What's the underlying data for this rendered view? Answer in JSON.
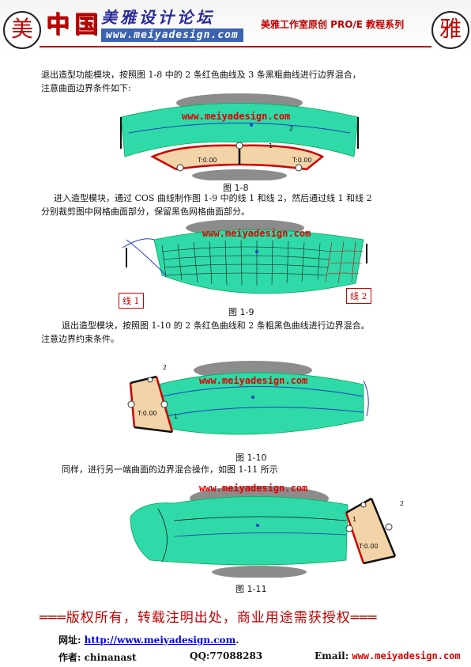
{
  "header": {
    "seal_left": "美",
    "seal_right": "雅",
    "logo_cn": "中国",
    "forum_name": "美雅设计论坛",
    "logo_url": "www.meiyadesign.com",
    "series_title": "美雅工作室原创 PRO/E 教程系列"
  },
  "paragraphs": {
    "p1_line1": "退出造型功能模块，按照图 1-8 中的 2 条红色曲线及 3 条黑粗曲线进行边界混合，",
    "p1_line2": "注意曲面边界条件如下:",
    "p2_line1": "进入造型模块，通过 COS 曲线制作图 1-9 中的线 1 和线 2，然后通过线 1 和线 2",
    "p2_line2": "分别裁剪图中网格曲面部分，保留黑色网格曲面部分。",
    "p3_line1": "退出造型模块，按照图 1-10 的 2 条红色曲线和 2 条粗黑色曲线进行边界混合。",
    "p3_line2": "注意边界约束条件。",
    "p4_line1": "同样，进行另一端曲面的边界混合操作，如图 1-11 所示"
  },
  "figures": {
    "fig1_caption": "图 1-8",
    "fig2_caption": "图 1-9",
    "fig3_caption": "图 1-10",
    "fig4_caption": "图 1-11",
    "watermark": "www.meiyadesign.com",
    "tangent_label": "T:0.00",
    "line1_label": "线 1",
    "line2_label": "线 2",
    "marker_2": "2",
    "marker_1": "1"
  },
  "footer": {
    "copyright": "═══版权所有，转载注明出处，商业用途需获授权═══",
    "website_label": "网址:",
    "website_url": "http://www.meiyadesign.com",
    "website_dot": ".",
    "author_label": "作者:",
    "author": "chinanast",
    "qq_label": "QQ:",
    "qq": "77088283",
    "email_label": "Email:",
    "email_watermark": "www.meiyadesign.com"
  },
  "colors": {
    "surface": "#2fd9a8",
    "accent_red": "#c00000",
    "blend_fill": "#f2d4a8",
    "gray_cap": "#8c8c8c"
  }
}
